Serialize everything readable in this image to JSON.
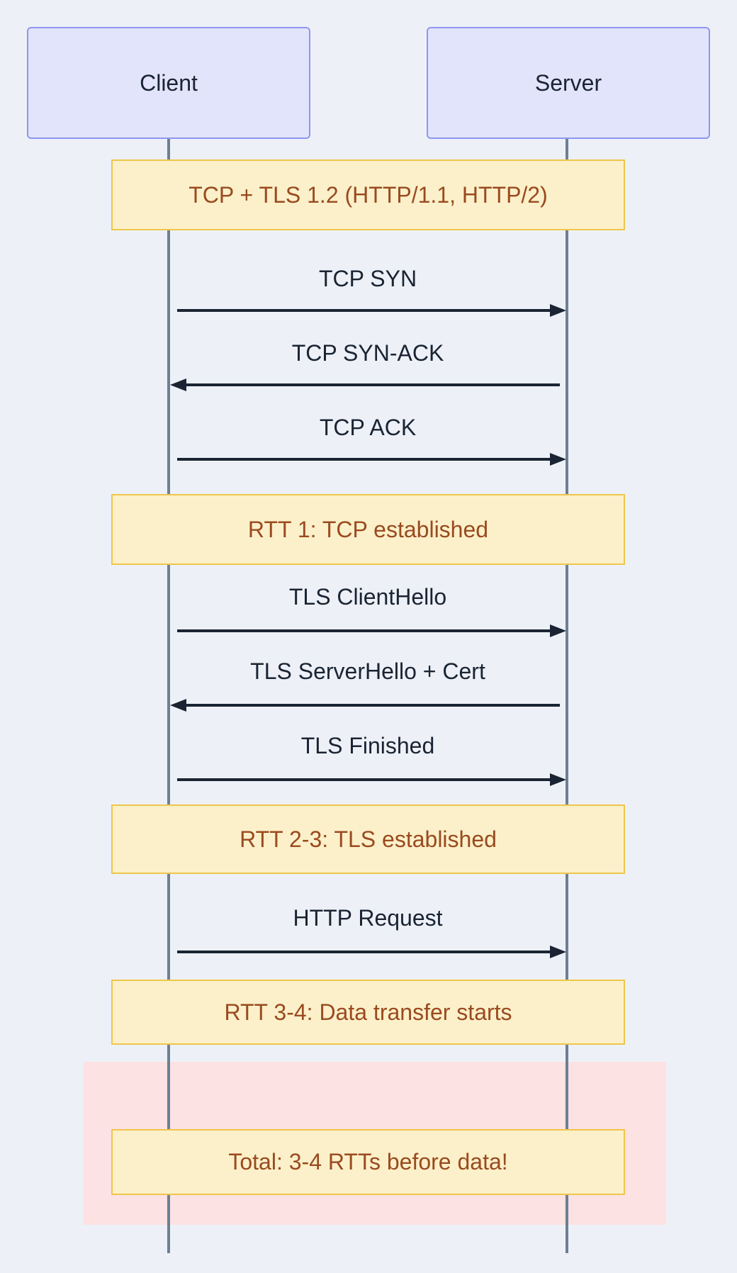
{
  "diagram": {
    "type": "sequence-diagram",
    "actors": [
      {
        "name": "Client"
      },
      {
        "name": "Server"
      }
    ],
    "messages": [
      {
        "label": "TCP SYN",
        "from": "Client",
        "to": "Server",
        "direction": "right",
        "style": "solid"
      },
      {
        "label": "TCP SYN-ACK",
        "from": "Server",
        "to": "Client",
        "direction": "left",
        "style": "solid"
      },
      {
        "label": "TCP ACK",
        "from": "Client",
        "to": "Server",
        "direction": "right",
        "style": "solid"
      },
      {
        "label": "TLS ClientHello",
        "from": "Client",
        "to": "Server",
        "direction": "right",
        "style": "solid"
      },
      {
        "label": "TLS ServerHello + Cert",
        "from": "Server",
        "to": "Client",
        "direction": "left",
        "style": "solid"
      },
      {
        "label": "TLS Finished",
        "from": "Client",
        "to": "Server",
        "direction": "right",
        "style": "solid"
      },
      {
        "label": "HTTP Request",
        "from": "Client",
        "to": "Server",
        "direction": "right",
        "style": "solid"
      }
    ],
    "notes": [
      {
        "label": "TCP + TLS 1.2 (HTTP/1.1, HTTP/2)",
        "position": "over Client,Server"
      },
      {
        "label": "RTT 1: TCP established",
        "position": "over Client,Server"
      },
      {
        "label": "RTT 2-3: TLS established",
        "position": "over Client,Server"
      },
      {
        "label": "RTT 3-4: Data transfer starts",
        "position": "over Client,Server"
      },
      {
        "label": "Total: 3-4 RTTs before data!",
        "position": "over Client,Server"
      }
    ],
    "highlight_region": {
      "description": "pink rect background around final total note",
      "contains_note_index": 4
    },
    "colors": {
      "background": "#edf1f7",
      "actor_fill": "#e2e4fb",
      "actor_border": "#8f96f2",
      "actor_text": "#1a2433",
      "note_fill": "#fbf0c9",
      "note_border": "#efc64b",
      "note_text": "#9a4a20",
      "message_text": "#1a2433",
      "arrow": "#1b2433",
      "lifeline": "#6d7f93",
      "highlight_fill": "#fce2e2"
    }
  }
}
